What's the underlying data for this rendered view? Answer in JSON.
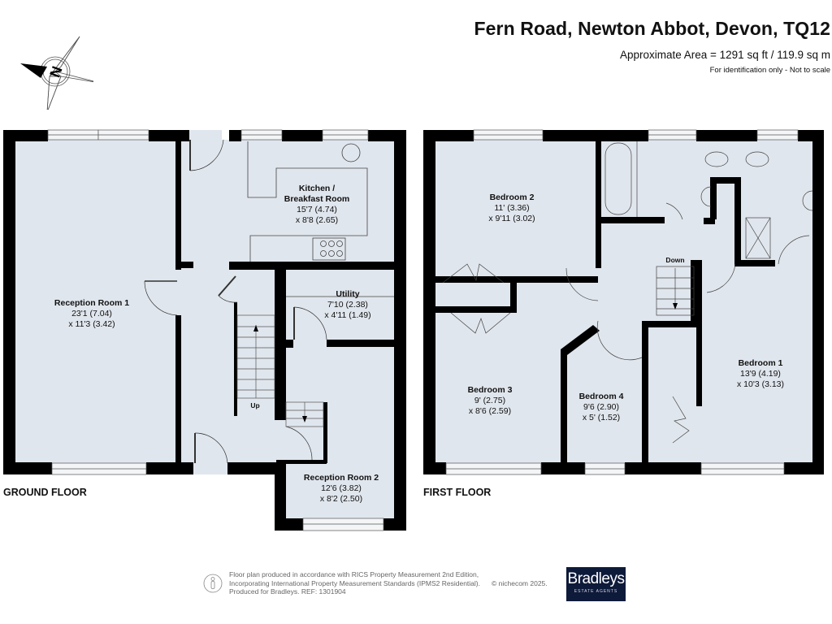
{
  "header": {
    "title": "Fern Road, Newton Abbot, Devon, TQ12",
    "area": "Approximate Area = 1291 sq ft / 119.9 sq m",
    "disclaimer": "For identification only - Not to scale"
  },
  "compass": {
    "icon": "compass-north-icon",
    "letter": "N"
  },
  "colors": {
    "room_fill": "#e0e6ed",
    "wall": "#000000",
    "logo_bg": "#0e1a3a"
  },
  "ground_floor": {
    "label": "GROUND FLOOR",
    "stairs_label": "Up",
    "rooms": [
      {
        "name": "Reception Room 1",
        "dim1": "23'1 (7.04)",
        "dim2": "x 11'3 (3.42)"
      },
      {
        "name": "Kitchen /",
        "name2": "Breakfast Room",
        "dim1": "15'7 (4.74)",
        "dim2": "x 8'8 (2.65)"
      },
      {
        "name": "Utility",
        "dim1": "7'10 (2.38)",
        "dim2": "x 4'11 (1.49)"
      },
      {
        "name": "Reception Room 2",
        "dim1": "12'6 (3.82)",
        "dim2": "x 8'2 (2.50)"
      }
    ]
  },
  "first_floor": {
    "label": "FIRST FLOOR",
    "stairs_label": "Down",
    "rooms": [
      {
        "name": "Bedroom 2",
        "dim1": "11' (3.36)",
        "dim2": "x 9'11 (3.02)"
      },
      {
        "name": "Bedroom 3",
        "dim1": "9' (2.75)",
        "dim2": "x 8'6 (2.59)"
      },
      {
        "name": "Bedroom 4",
        "dim1": "9'6 (2.90)",
        "dim2": "x 5' (1.52)"
      },
      {
        "name": "Bedroom 1",
        "dim1": "13'9 (4.19)",
        "dim2": "x 10'3 (3.13)"
      }
    ]
  },
  "footer": {
    "line1": "Floor plan produced in accordance with RICS Property Measurement 2nd Edition,",
    "line2": "Incorporating International Property Measurement Standards (IPMS2 Residential).",
    "line3": "Produced for Bradleys.   REF: 1301904",
    "copyright": "© nichecom 2025.",
    "logo_brand": "Bradleys",
    "logo_sub": "ESTATE AGENTS"
  }
}
